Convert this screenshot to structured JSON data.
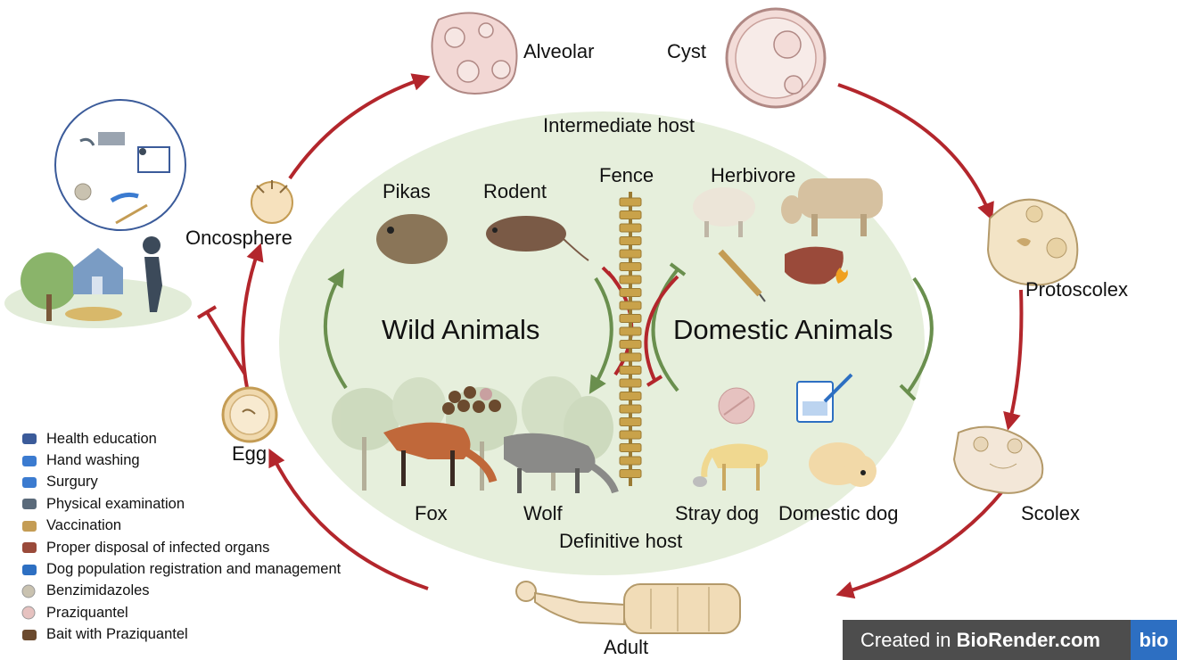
{
  "stages": {
    "alveolar": "Alveolar",
    "cyst": "Cyst",
    "protoscolex": "Protoscolex",
    "scolex": "Scolex",
    "adult": "Adult",
    "egg": "Egg",
    "oncosphere": "Oncosphere"
  },
  "center": {
    "intermediate_host": "Intermediate host",
    "definitive_host": "Definitive host",
    "wild_animals": "Wild Animals",
    "domestic_animals": "Domestic Animals",
    "fence": "Fence"
  },
  "animals": {
    "pikas": "Pikas",
    "rodent": "Rodent",
    "herbivore": "Herbivore",
    "fox": "Fox",
    "wolf": "Wolf",
    "stray_dog": "Stray dog",
    "domestic_dog": "Domestic dog"
  },
  "legend": [
    {
      "label": "Health education",
      "icon": "health-education-icon"
    },
    {
      "label": "Hand washing",
      "icon": "hand-washing-icon"
    },
    {
      "label": "Surgury",
      "icon": "surgery-icon"
    },
    {
      "label": "Physical examination",
      "icon": "physical-examination-icon"
    },
    {
      "label": "Vaccination",
      "icon": "vaccination-icon"
    },
    {
      "label": "Proper disposal of infected organs",
      "icon": "infected-organ-icon"
    },
    {
      "label": "Dog population registration and management",
      "icon": "registration-icon"
    },
    {
      "label": "Benzimidazoles",
      "icon": "benzimidazole-pill-icon"
    },
    {
      "label": "Praziquantel",
      "icon": "praziquantel-pill-icon"
    },
    {
      "label": "Bait with Praziquantel",
      "icon": "bait-icon"
    }
  ],
  "badge": {
    "created_in": "Created in ",
    "brand": "BioRender.com",
    "logo": "bio"
  },
  "colors": {
    "cycle_arrow": "#b3262c",
    "green_arrow": "#6a8f4e",
    "ellipse_fill": "#e6efdc",
    "fence": "#c9a24a",
    "badge_bg": "#4d4d4d",
    "badge_logo": "#2d6fc2"
  }
}
